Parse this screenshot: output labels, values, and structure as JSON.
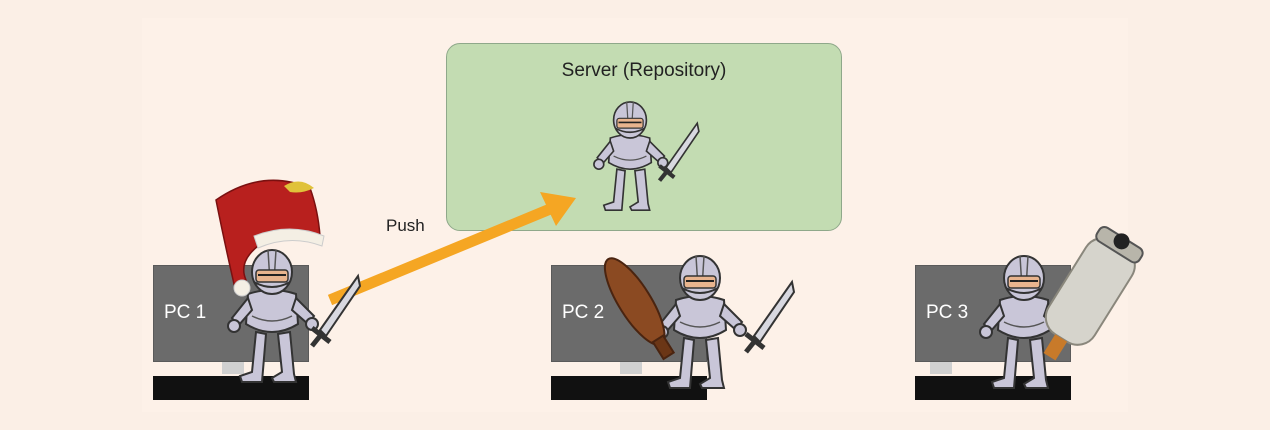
{
  "server": {
    "title": "Server (Repository)"
  },
  "arrow": {
    "label": "Push",
    "color": "#f5a623"
  },
  "pcs": [
    {
      "label": "PC 1",
      "character_accessory": "santa-hat"
    },
    {
      "label": "PC 2",
      "character_accessory": "wooden-club"
    },
    {
      "label": "PC 3",
      "character_accessory": "cannon"
    }
  ],
  "colors": {
    "background": "#fdf1e8",
    "server_box": "#c3dcb2",
    "monitor": "#6b6b6b",
    "base": "#111111"
  }
}
